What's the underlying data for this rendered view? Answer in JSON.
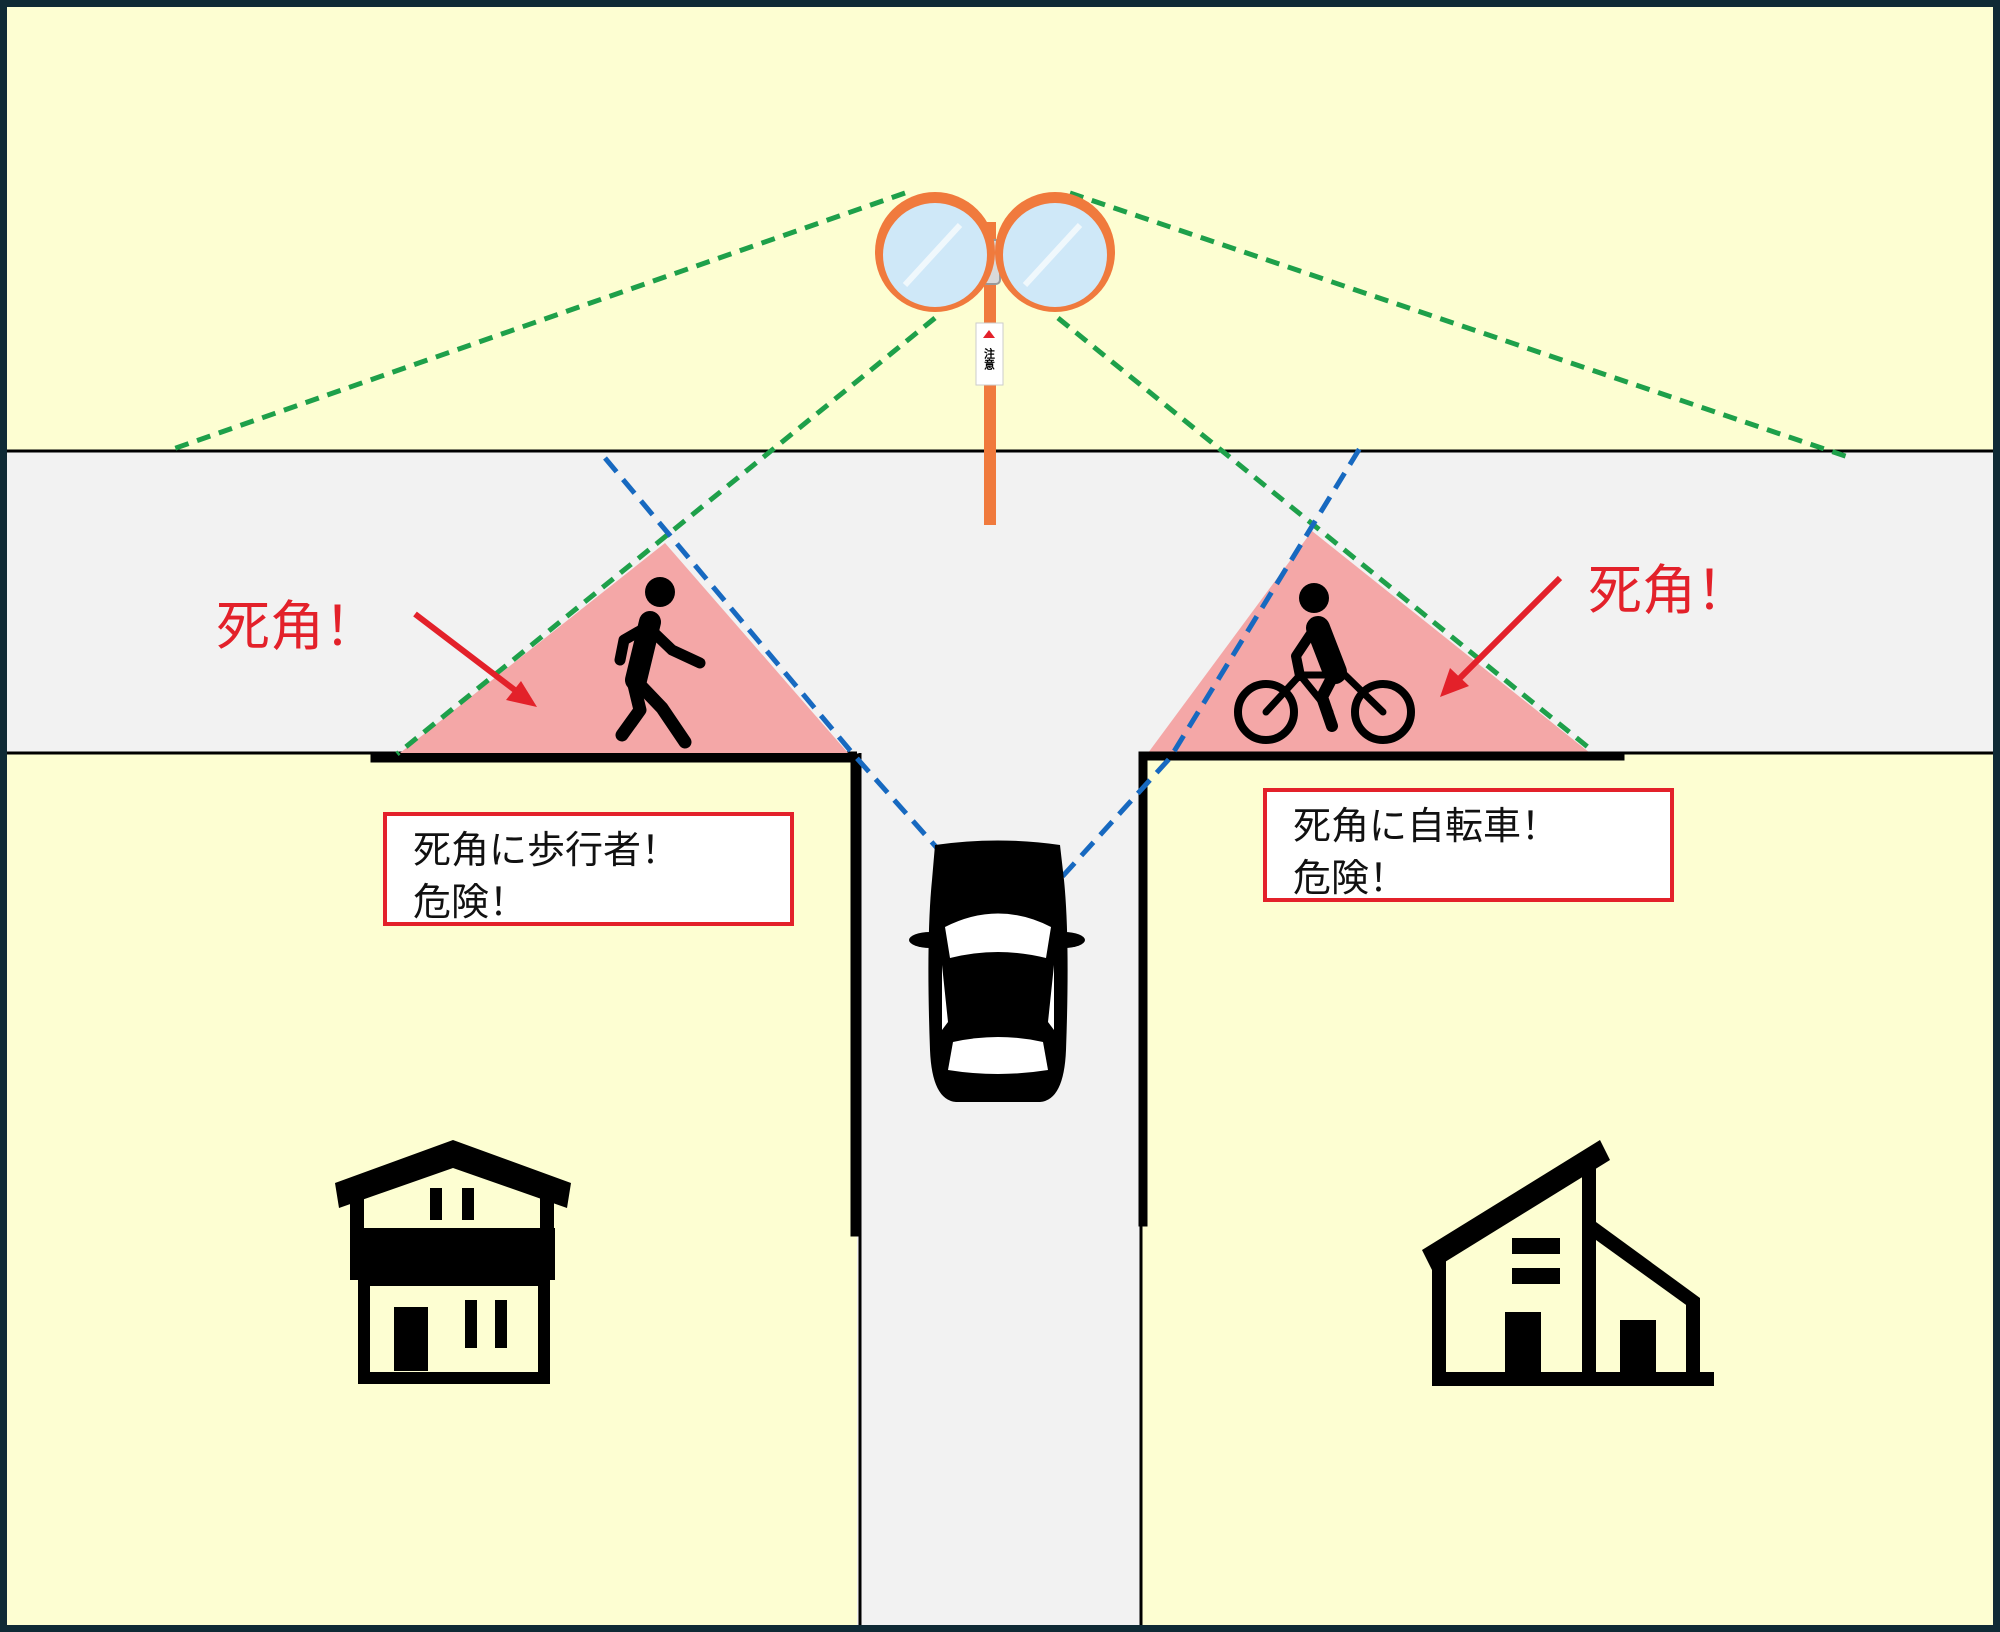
{
  "colors": {
    "frame": "#0f2a35",
    "land": "#fdfed2",
    "road": "#f2f2f2",
    "blind_zone": "#f4a7a7",
    "mirror_view_line": "#1ea04a",
    "driver_view_line": "#1769c0",
    "alert_red": "#e3212a",
    "mirror_orange": "#f07a3d",
    "mirror_glass": "#cfe8f8",
    "icon": "#000000"
  },
  "mirror": {
    "pole_sign": "注意"
  },
  "blind_spots": [
    {
      "side": "left",
      "label": "死角！",
      "occupant_icon": "pedestrian-icon"
    },
    {
      "side": "right",
      "label": "死角！",
      "occupant_icon": "cyclist-icon"
    }
  ],
  "annotations": [
    {
      "side": "left",
      "text": "死角に歩行者！\n危険！"
    },
    {
      "side": "right",
      "text": "死角に自転車！\n危険！"
    }
  ],
  "icons": [
    "curve-mirror-icon",
    "pedestrian-icon",
    "cyclist-icon",
    "car-icon",
    "two-story-house-icon",
    "gable-house-icon",
    "arrow-icon"
  ]
}
